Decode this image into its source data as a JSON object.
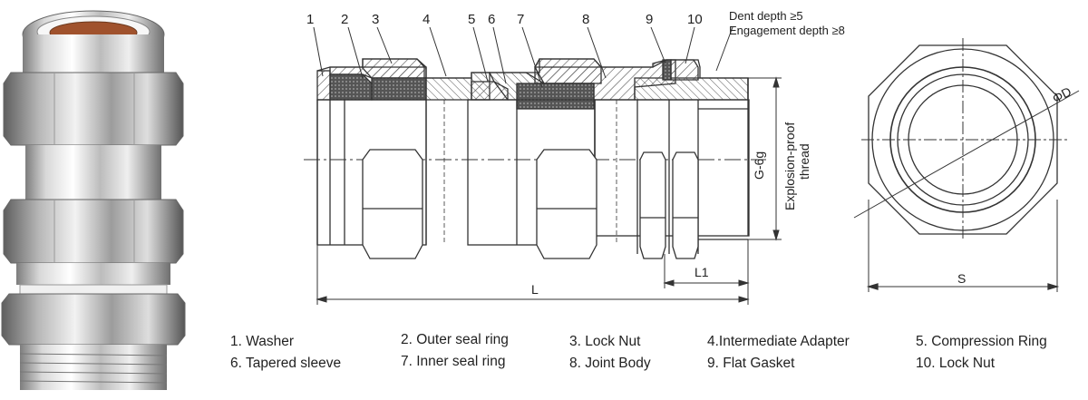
{
  "colors": {
    "line": "#333333",
    "hatch": "#555555",
    "seal_dark": "#3a3a3a",
    "metal_light": "#f4f4f4",
    "metal_mid": "#c9c9c9",
    "metal_dark": "#8a8a8a",
    "seal_core": "#a0522d"
  },
  "callouts": [
    {
      "id": "1",
      "label": "1"
    },
    {
      "id": "2",
      "label": "2"
    },
    {
      "id": "3",
      "label": "3"
    },
    {
      "id": "4",
      "label": "4"
    },
    {
      "id": "5",
      "label": "5"
    },
    {
      "id": "6",
      "label": "6"
    },
    {
      "id": "7",
      "label": "7"
    },
    {
      "id": "8",
      "label": "8"
    },
    {
      "id": "9",
      "label": "9"
    },
    {
      "id": "10",
      "label": "10"
    }
  ],
  "notes": {
    "dent_depth": "Dent depth ≥5",
    "engagement_depth": "Engagement depth ≥8"
  },
  "dimensions": {
    "thread_spec": "G-6g",
    "thread_label_1": "Explosion-proof",
    "thread_label_2": "thread",
    "length_L": "L",
    "length_L1": "L1",
    "diameter_D": "ΦD",
    "width_S": "S"
  },
  "legend": [
    {
      "text": "1. Washer"
    },
    {
      "text": "2. Outer seal ring"
    },
    {
      "text": "3. Lock Nut"
    },
    {
      "text": "4.Intermediate Adapter"
    },
    {
      "text": "5. Compression Ring"
    },
    {
      "text": "6. Tapered sleeve"
    },
    {
      "text": "7. Inner seal ring"
    },
    {
      "text": "8. Joint Body"
    },
    {
      "text": "9. Flat Gasket"
    },
    {
      "text": "10. Lock Nut"
    }
  ]
}
